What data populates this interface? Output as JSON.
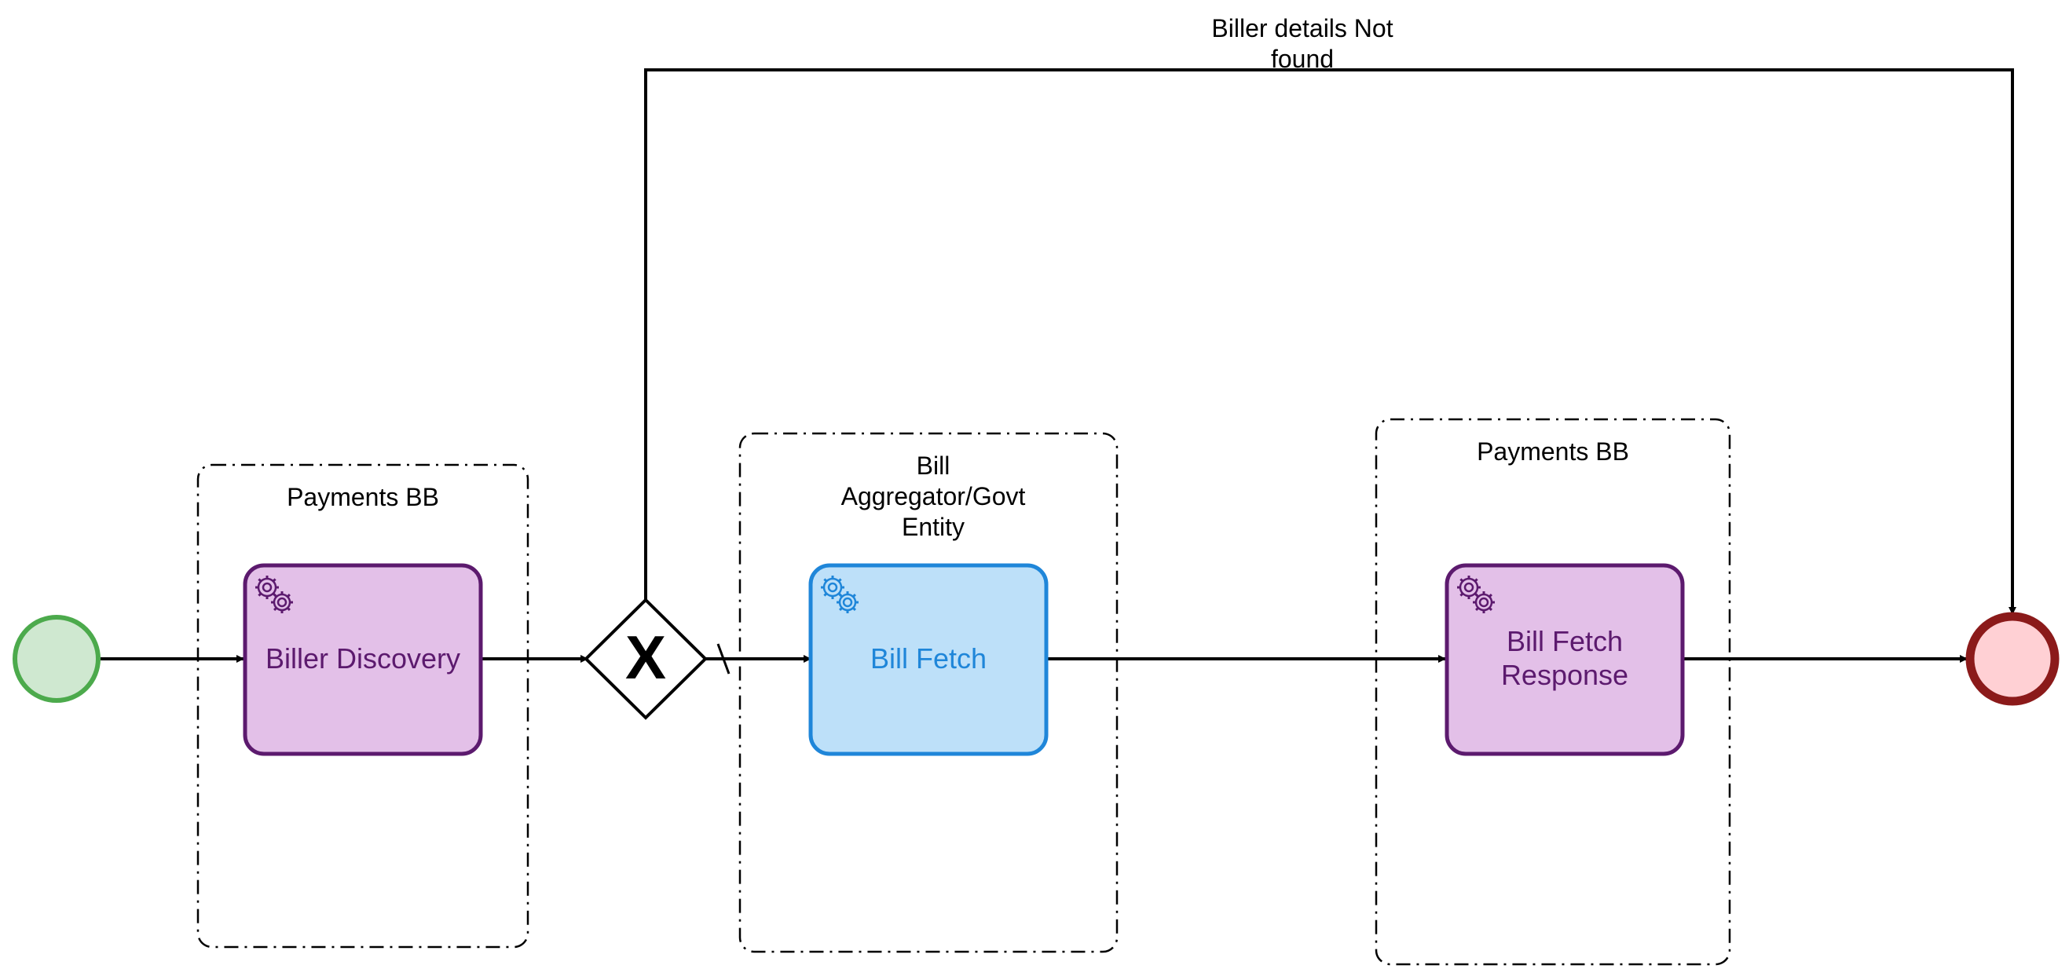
{
  "diagram": {
    "lanes": [
      {
        "title": "Payments BB"
      },
      {
        "title_lines": [
          "Bill",
          "Aggregator/Govt",
          "Entity"
        ]
      },
      {
        "title": "Payments BB"
      }
    ],
    "tasks": [
      {
        "label_lines": [
          "Biller Discovery"
        ],
        "fill": "#e3c0e8",
        "stroke": "#5c1a6e"
      },
      {
        "label_lines": [
          "Bill Fetch"
        ],
        "fill": "#bde0f9",
        "stroke": "#1f86d9"
      },
      {
        "label_lines": [
          "Bill Fetch",
          "Response"
        ],
        "fill": "#e3c0e8",
        "stroke": "#5c1a6e"
      }
    ],
    "gateway": {
      "type": "exclusive",
      "symbol": "X"
    },
    "start_event": {
      "fill": "#cfe8d0",
      "stroke": "#4caa4c"
    },
    "end_event": {
      "fill": "#ffd0d4",
      "stroke": "#8b1a1a"
    },
    "flow_labels": {
      "not_found_lines": [
        "Biller details Not",
        "found"
      ]
    },
    "icons": {
      "task_icon": "gears-icon"
    }
  }
}
